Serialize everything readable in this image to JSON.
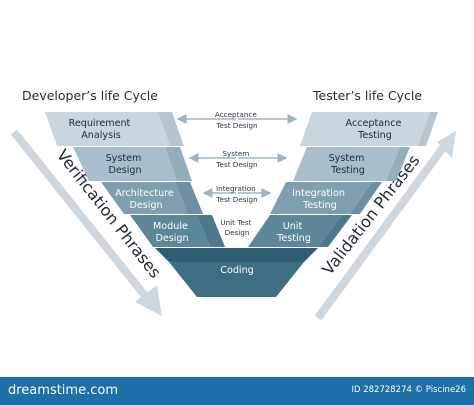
{
  "headings": {
    "developer": "Developer’s life Cycle",
    "tester": "Tester’s life Cycle"
  },
  "left_steps": [
    [
      "Requirement",
      "Analysis"
    ],
    [
      "System",
      "Design"
    ],
    [
      "Architecture",
      "Design"
    ],
    [
      "Module",
      "Design"
    ]
  ],
  "right_steps": [
    [
      "Acceptance",
      "Testing"
    ],
    [
      "System",
      "Testing"
    ],
    [
      "Integration",
      "Testing"
    ],
    [
      "Unit",
      "Testing"
    ]
  ],
  "bottom_step": "Coding",
  "middle_labels": [
    [
      "Acceptance",
      "Test Design"
    ],
    [
      "System",
      "Test Design"
    ],
    [
      "Integration",
      "Test Design"
    ],
    [
      "Unit Test",
      "Design"
    ]
  ],
  "phrases": {
    "verification": "Verification Phrases",
    "validation": "Validation Phrases"
  },
  "footer": {
    "brand": "dreamstime.com",
    "id_text": "ID 282728274 © Piscine26"
  },
  "colors": {
    "level1": "#c9d6de",
    "level2": "#a8bfcb",
    "level3": "#7f9fae",
    "level4": "#5c8799",
    "coding": "#3e6e82",
    "phrase_arrow": "#cdd7dd",
    "footer_bar": "#1e6fa8"
  }
}
